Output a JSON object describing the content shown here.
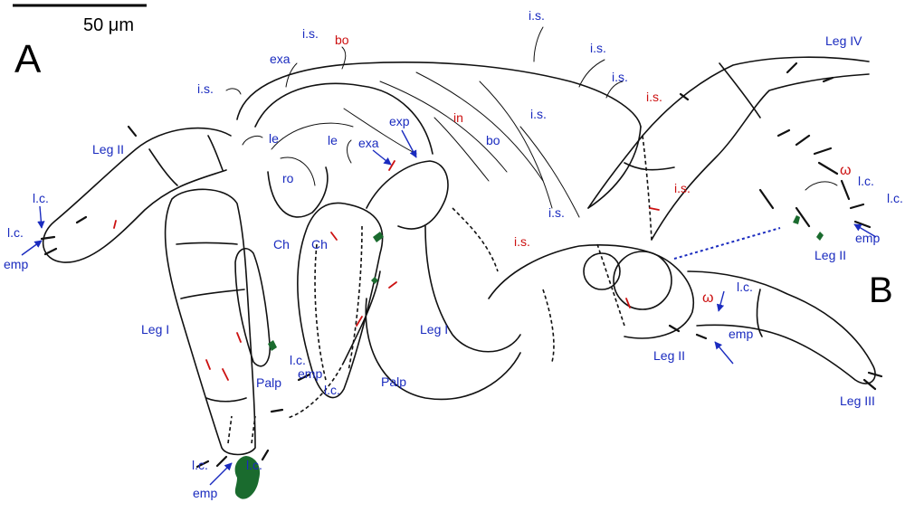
{
  "colors": {
    "label_blue": "#1a2bbf",
    "label_red": "#cc1111",
    "outline": "#111111",
    "green": "#1a6b2e"
  },
  "scale_bar": {
    "label": "50 μm"
  },
  "panels": {
    "a": "A",
    "b": "B"
  },
  "labels": {
    "blue": [
      "i.s.",
      "i.s.",
      "i.s.",
      "i.s.",
      "i.s.",
      "i.s.",
      "i.s.",
      "exa",
      "exa",
      "exp",
      "le",
      "le",
      "ro",
      "bo",
      "Ch",
      "Ch",
      "Palp",
      "Palp",
      "Leg II",
      "Leg I",
      "Leg I",
      "Leg IV",
      "Leg II",
      "Leg II",
      "Leg III",
      "l.c.",
      "l.c.",
      "l.c.",
      "l.c.",
      "l.c.",
      "l.c.",
      "l.c.",
      "l.c.",
      "l.c.",
      "emp",
      "emp",
      "emp",
      "emp",
      "emp"
    ],
    "red": [
      "bo",
      "in",
      "i.s.",
      "i.s.",
      "i.s.",
      "ω",
      "ω"
    ]
  }
}
